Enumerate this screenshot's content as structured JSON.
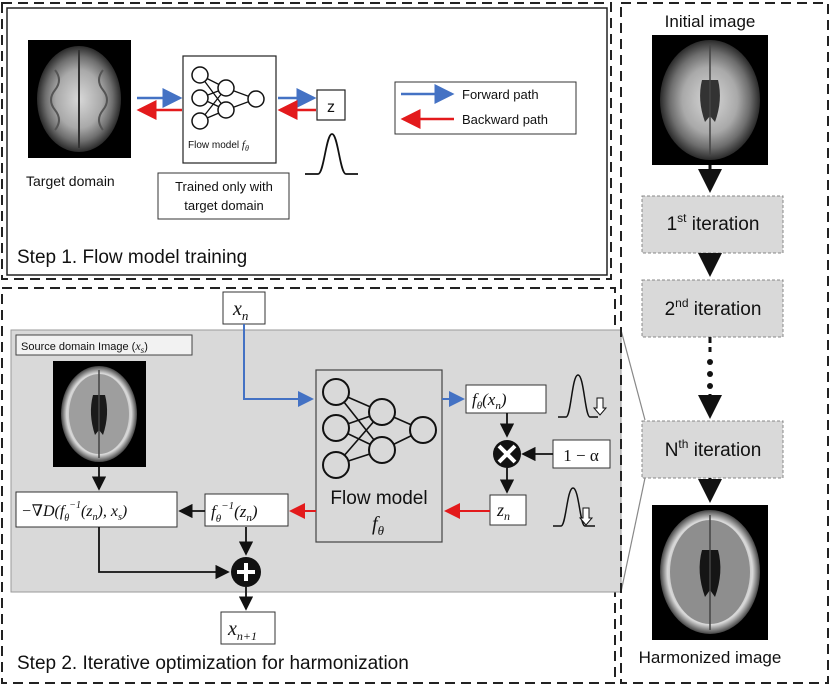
{
  "step1": {
    "title": "Step 1. Flow model training",
    "target_domain_label": "Target domain",
    "flow_model_label": "Flow model ",
    "flow_model_sub": "θ",
    "z_label": "z",
    "trained_note_line1": "Trained only with",
    "trained_note_line2": "target domain"
  },
  "legend": {
    "forward": "Forward path",
    "backward": "Backward path",
    "forward_color": "#4472c4",
    "backward_color": "#e31a1c"
  },
  "step2": {
    "title": "Step 2. Iterative optimization for harmonization",
    "source_label": "Source domain Image (",
    "source_label_var": "x",
    "source_label_sub": "s",
    "source_label_end": ")",
    "xn_var": "x",
    "xn_sub": "n",
    "fx_text": "f",
    "fx_sub": "θ",
    "fx_arg": "(x",
    "fx_arg_sub": "n",
    "fx_close": ")",
    "alpha_text": "1 − α",
    "zn_var": "z",
    "zn_sub": "n",
    "finv_text": "f",
    "finv_sub": "θ",
    "finv_sup": "−1",
    "finv_arg": "(z",
    "finv_arg_sub": "n",
    "finv_close": ")",
    "grad_text": "−∇D(f",
    "grad_sub": "θ",
    "grad_sup": "−1",
    "grad_arg": "(z",
    "grad_arg_sub": "n",
    "grad_mid": "), x",
    "grad_mid_sub": "s",
    "grad_close": ")",
    "flow_model_line1": "Flow model",
    "flow_model_var": "f",
    "flow_model_sub": "θ",
    "xn1_var": "x",
    "xn1_sub": "n+1"
  },
  "iterations": {
    "initial_label": "Initial image",
    "iter1_num": "1",
    "iter1_sup": "st",
    "iter1_text": " iteration",
    "iter2_num": "2",
    "iter2_sup": "nd",
    "iter2_text": "  iteration",
    "iterN_num": "N",
    "iterN_sup": "th",
    "iterN_text": "  iteration",
    "harmonized_label": "Harmonized image"
  }
}
